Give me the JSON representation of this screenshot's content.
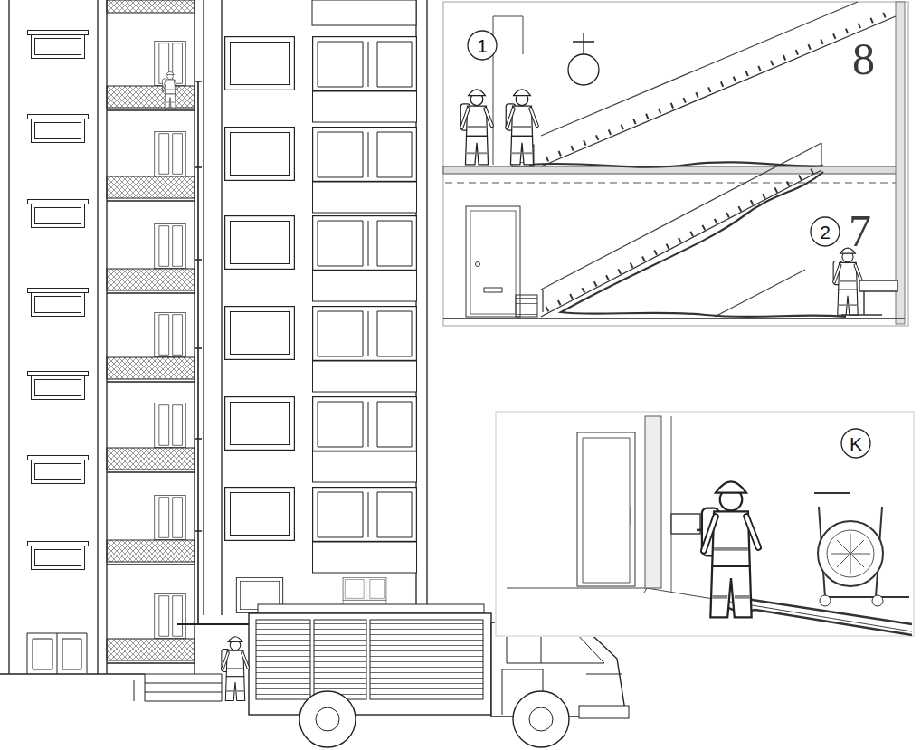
{
  "diagram": {
    "nodes": [
      {
        "text": [
          "1"
        ]
      },
      {
        "text": [
          "2"
        ]
      },
      {
        "text": [
          "K"
        ]
      }
    ],
    "labels": [
      "8",
      "7"
    ]
  }
}
